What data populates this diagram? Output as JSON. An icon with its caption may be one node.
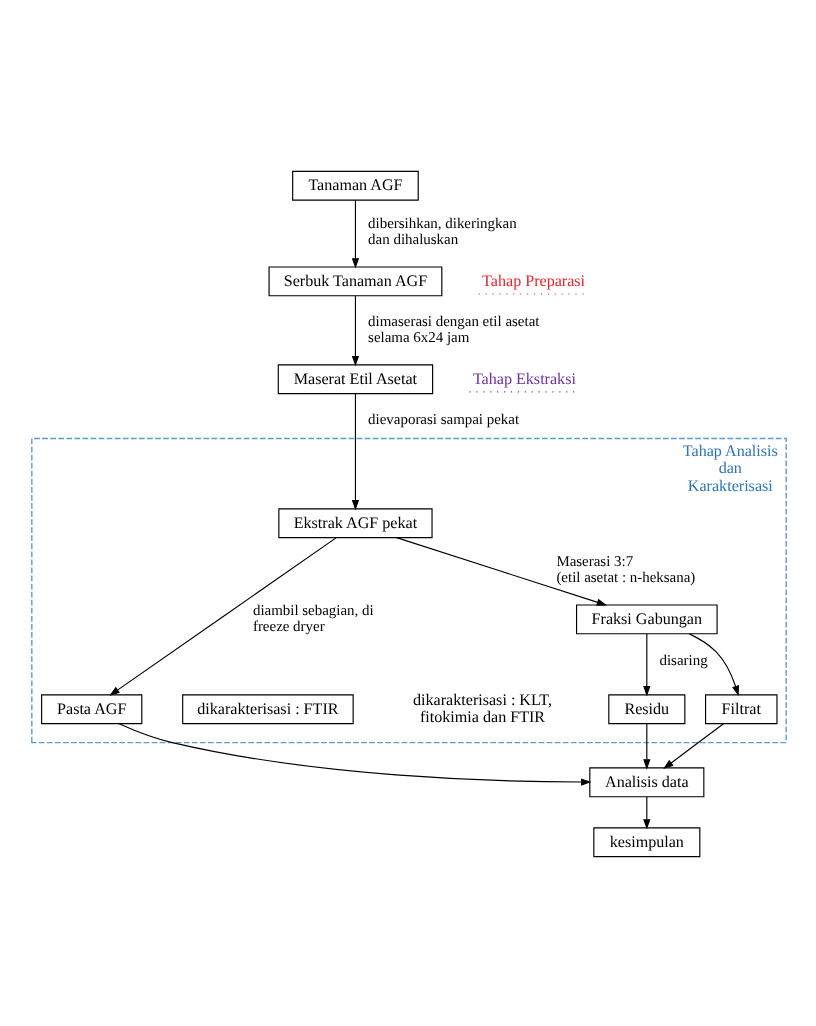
{
  "diagram": {
    "nodes": [
      {
        "text": [
          "Tanaman AGF"
        ]
      },
      {
        "text": [
          "Serbuk Tanaman AGF"
        ]
      },
      {
        "text": [
          "Maserat Etil Asetat"
        ]
      },
      {
        "text": [
          "Tahap Analisis dan Karakterisasi"
        ]
      },
      {
        "text": [
          "Ekstrak AGF pekat"
        ],
        "in": 3
      },
      {
        "text": [
          "Pasta AGF"
        ],
        "in": 3
      },
      {
        "text": [
          "dikarakterisasi : FTIR"
        ],
        "in": 3
      },
      {
        "text": [
          "Fraksi Gabungan"
        ],
        "in": 3
      },
      {
        "text": [
          "Residu"
        ],
        "in": 3
      },
      {
        "text": [
          "Filtrat"
        ],
        "in": 3
      },
      {
        "text": [
          "Analisis data"
        ]
      },
      {
        "text": [
          "kesimpulan"
        ]
      }
    ],
    "edges": [
      {
        "from": 0,
        "to": 1,
        "arrow": "to",
        "label": "dibersihkan, dikeringkan dan dihaluskan"
      },
      {
        "from": 1,
        "to": 2,
        "arrow": "to",
        "label": "dimaserasi dengan etil asetat selama 6x24 jam"
      },
      {
        "from": 2,
        "to": 4,
        "arrow": "to",
        "label": "dievaporasi sampai pekat"
      },
      {
        "from": 4,
        "to": 5,
        "arrow": "to",
        "label": "diambil sebagian, di freeze dryer"
      },
      {
        "from": 4,
        "to": 7,
        "arrow": "to",
        "label": "Maserasi 3:7 (etil asetat : n-heksana)"
      },
      {
        "from": 7,
        "to": 8,
        "arrow": "to",
        "label": "disaring"
      },
      {
        "from": 7,
        "to": 9,
        "arrow": "to"
      },
      {
        "from": 5,
        "to": 10,
        "arrow": "to"
      },
      {
        "from": 8,
        "to": 10,
        "arrow": "to"
      },
      {
        "from": 9,
        "to": 10,
        "arrow": "to"
      },
      {
        "from": 10,
        "to": 11,
        "arrow": "to"
      }
    ],
    "labels": [
      "Tahap Preparasi",
      "Tahap Ekstraksi",
      "dikarakterisasi : KLT, fitokimia dan FTIR"
    ]
  }
}
